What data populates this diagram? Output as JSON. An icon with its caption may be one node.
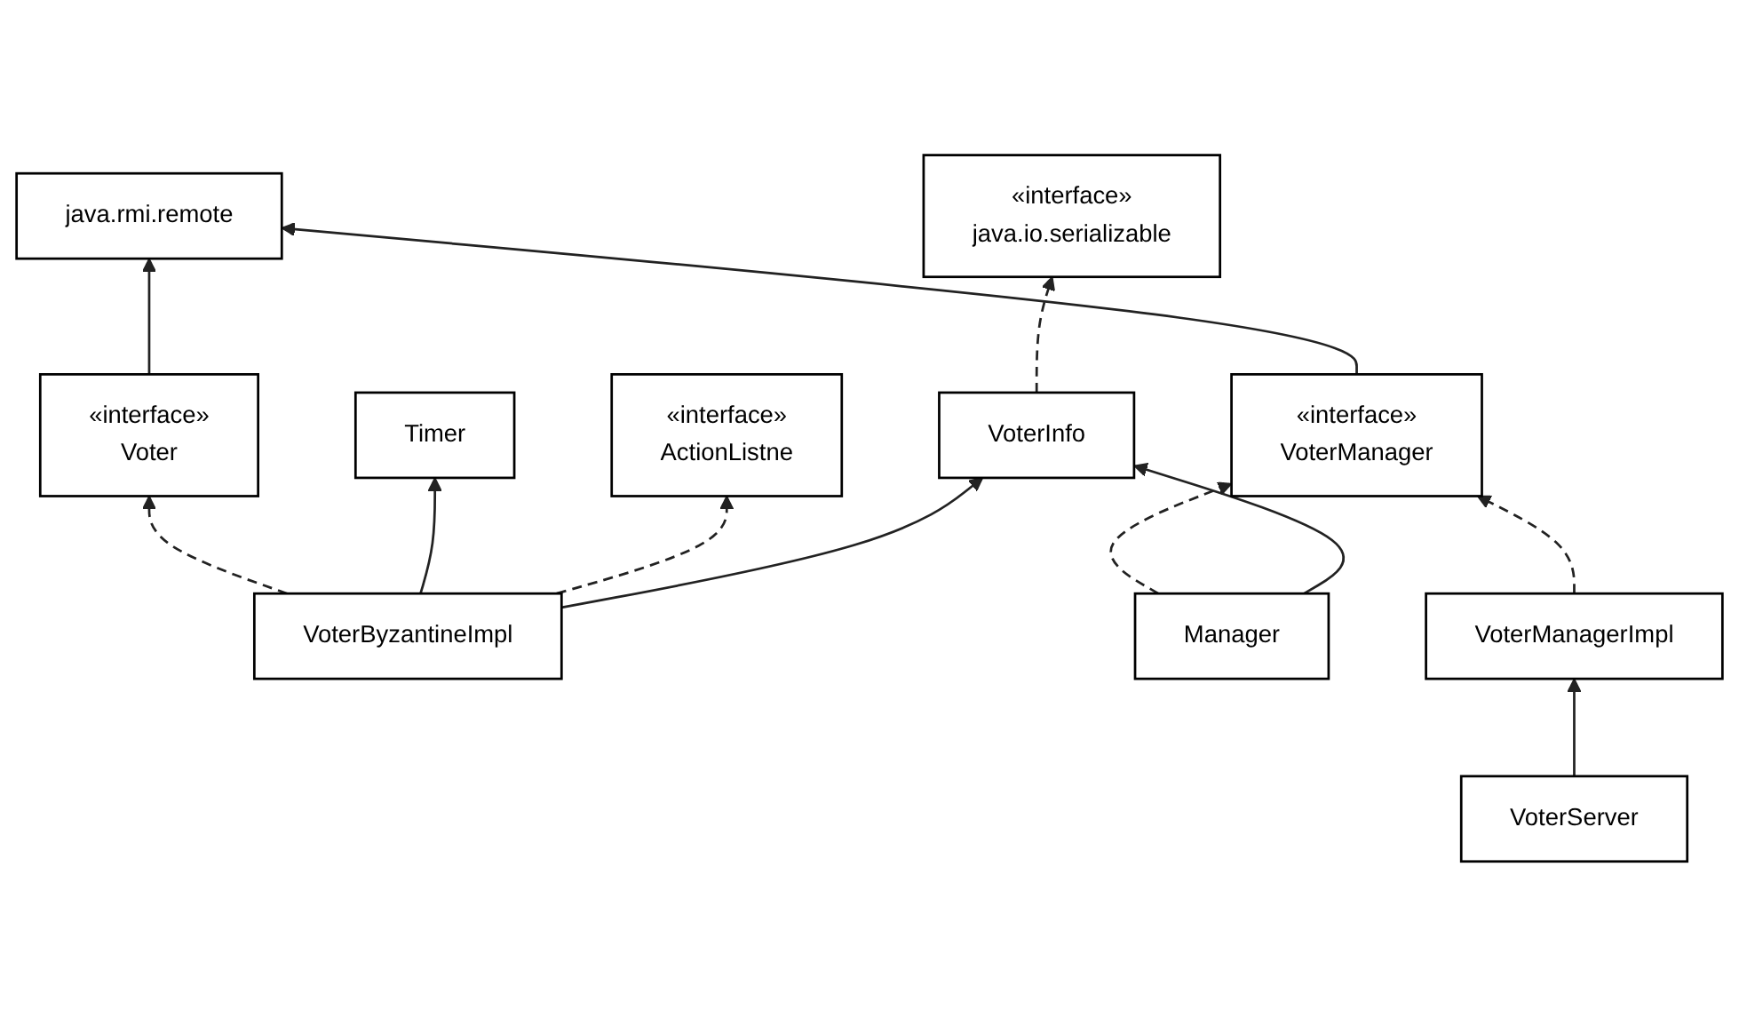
{
  "diagram": {
    "nodes": [
      {
        "text": [
          "java.rmi.remote"
        ]
      },
      {
        "text": [
          "«interface»",
          "Voter"
        ]
      },
      {
        "text": [
          "Timer"
        ]
      },
      {
        "text": [
          "VoterByzantineImpl"
        ]
      },
      {
        "text": [
          "«interface»",
          "VoterManager"
        ]
      },
      {
        "text": [
          "Manager"
        ]
      },
      {
        "text": [
          "«interface»",
          "ActionListne"
        ]
      },
      {
        "text": [
          "VoterInfo"
        ]
      },
      {
        "text": [
          "VoterManagerImpl"
        ]
      },
      {
        "text": [
          "VoterServer"
        ]
      },
      {
        "text": [
          "«interface»",
          "java.io.serializable"
        ]
      }
    ],
    "edges": [
      {
        "from": 1,
        "to": 0,
        "arrow": "to"
      },
      {
        "from": 4,
        "to": 0,
        "arrow": "to"
      },
      {
        "from": 3,
        "to": 1,
        "arrow": "to",
        "style": "dashed"
      },
      {
        "from": 3,
        "to": 2,
        "arrow": "to"
      },
      {
        "from": 3,
        "to": 6,
        "arrow": "to",
        "style": "dashed"
      },
      {
        "from": 5,
        "to": 4,
        "arrow": "to",
        "style": "dashed"
      },
      {
        "from": 8,
        "to": 4,
        "arrow": "to",
        "style": "dashed"
      },
      {
        "from": 3,
        "to": 7,
        "arrow": "to"
      },
      {
        "from": 5,
        "to": 7,
        "arrow": "to"
      },
      {
        "from": 9,
        "to": 8,
        "arrow": "to"
      },
      {
        "from": 7,
        "to": 10,
        "arrow": "to",
        "style": "dashed"
      }
    ]
  }
}
